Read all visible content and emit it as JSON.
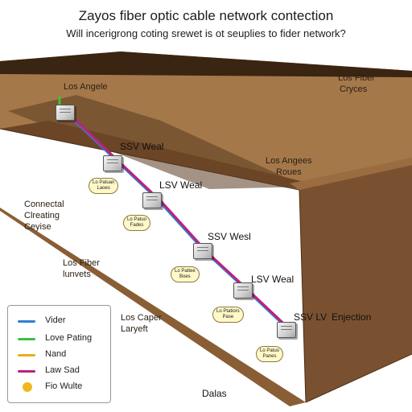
{
  "title": "Zayos fiber optic cable network contection",
  "subtitle": "Will incerigrong coting srewet is ot seuplies to fider network?",
  "colors": {
    "trench_top": "#a5784a",
    "trench_front": "#8a5e35",
    "trench_right": "#7a5130",
    "cable_blue": "#2e7fd6",
    "cable_magenta": "#c0207a",
    "tag_fill": "#fff8c8"
  },
  "scene_labels": {
    "los_angeles": "Los Angele",
    "los_fiber_cryces": [
      "Los Fiber",
      "Cryces"
    ],
    "los_angeles_roues": [
      "Los Angees",
      "Roues"
    ],
    "connectal": [
      "Connectal",
      "Clreating",
      "Ceyise"
    ],
    "los_fiber_junvets": [
      "Los Fiber",
      "lunvets"
    ],
    "los_caper": [
      "Los Caper",
      "Laryeft"
    ]
  },
  "nodes": [
    {
      "label": "",
      "tag": [],
      "icon": "junction-box-icon"
    },
    {
      "label": "SSV Weal",
      "tag": [
        "Lo Patuan",
        "Laoes"
      ],
      "icon": "junction-box-icon"
    },
    {
      "label": "LSV Weal",
      "tag": [
        "Lo Patuo",
        "Fades"
      ],
      "icon": "junction-box-icon"
    },
    {
      "label": "SSV Wesl",
      "tag": [
        "Lo Pattee",
        "Boes"
      ],
      "icon": "junction-box-icon"
    },
    {
      "label": "LSV Weal",
      "tag": [
        "Lo Ptatiors",
        "Pase"
      ],
      "icon": "junction-box-icon"
    },
    {
      "label": "SSV LV",
      "tag": [
        "Lo Patuo",
        "Panes"
      ],
      "icon": "junction-box-icon"
    }
  ],
  "callout": "Enjection",
  "legend": [
    {
      "label": "Vider",
      "color": "#2e7fd6",
      "kind": "line"
    },
    {
      "label": "Love Pating",
      "color": "#3cc23c",
      "kind": "line"
    },
    {
      "label": "Nand",
      "color": "#e6b020",
      "kind": "line"
    },
    {
      "label": "Law Sad",
      "color": "#c0207a",
      "kind": "line"
    },
    {
      "label": "Fio Wulte",
      "color": "#f0b820",
      "kind": "dot"
    }
  ],
  "bottom_label": "Dalas"
}
